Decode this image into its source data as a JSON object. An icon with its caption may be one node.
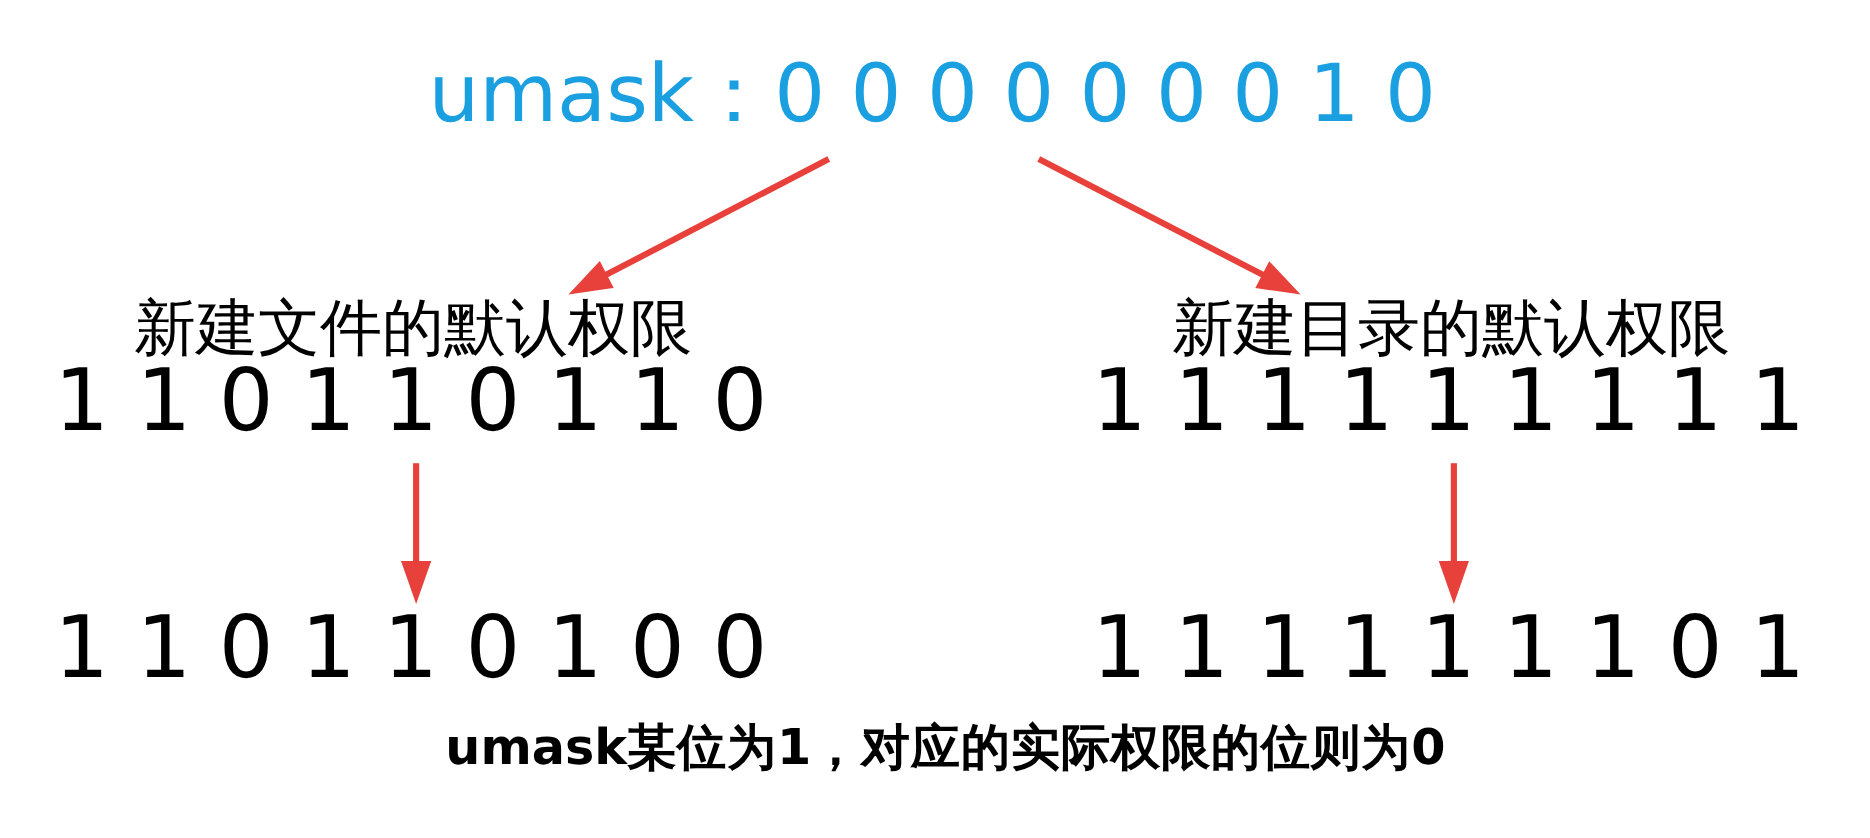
{
  "diagram": {
    "caption": "umask某位为1，对应的实际权限的位则为0",
    "nodes": [
      {
        "text": [
          "umask：0 0 0 0 0 0 0 1 0"
        ]
      },
      {
        "text": [
          "新建文件的默认权限",
          "1 1 0 1 1 0 1 1 0"
        ]
      },
      {
        "text": [
          "新建目录的默认权限",
          "1 1 1 1 1 1 1 1 1"
        ]
      },
      {
        "text": [
          "1 1 0 1 1 0 1 0 0"
        ]
      },
      {
        "text": [
          "1 1 1 1 1 1 1 0 1"
        ]
      }
    ],
    "edges": [
      {
        "from": 0,
        "to": 1,
        "arrow": "to"
      },
      {
        "from": 0,
        "to": 2,
        "arrow": "to"
      },
      {
        "from": 1,
        "to": 3,
        "arrow": "to"
      },
      {
        "from": 2,
        "to": 4,
        "arrow": "to"
      }
    ]
  }
}
